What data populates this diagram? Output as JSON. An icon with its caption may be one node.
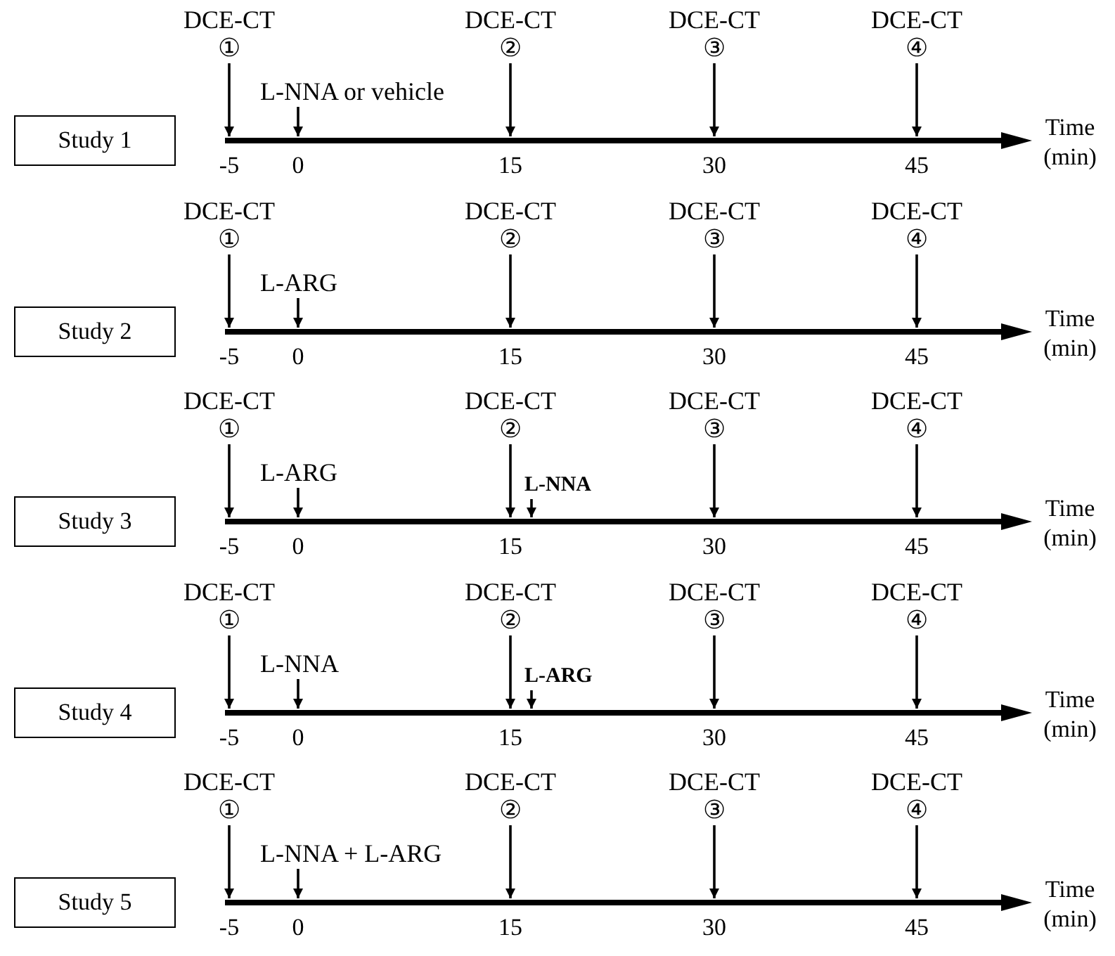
{
  "diagram": {
    "nodes": [
      {
        "text": [
          "Study 1"
        ]
      },
      {
        "text": [
          "DCE-CT",
          "①"
        ]
      },
      {
        "text": [
          "DCE-CT",
          "②"
        ]
      },
      {
        "text": [
          "DCE-CT",
          "③"
        ]
      },
      {
        "text": [
          "DCE-CT",
          "④"
        ]
      },
      {
        "text": [
          "L-NNA or vehicle"
        ]
      },
      {
        "text": [
          "Study 2"
        ]
      },
      {
        "text": [
          "DCE-CT",
          "①"
        ]
      },
      {
        "text": [
          "DCE-CT",
          "②"
        ]
      },
      {
        "text": [
          "DCE-CT",
          "③"
        ]
      },
      {
        "text": [
          "DCE-CT",
          "④"
        ]
      },
      {
        "text": [
          "L-ARG"
        ]
      },
      {
        "text": [
          "Study 3"
        ]
      },
      {
        "text": [
          "DCE-CT",
          "①"
        ]
      },
      {
        "text": [
          "DCE-CT",
          "②"
        ]
      },
      {
        "text": [
          "DCE-CT",
          "③"
        ]
      },
      {
        "text": [
          "DCE-CT",
          "④"
        ]
      },
      {
        "text": [
          "L-ARG"
        ]
      },
      {
        "text": [
          "L-NNA"
        ]
      },
      {
        "text": [
          "Study 4"
        ]
      },
      {
        "text": [
          "DCE-CT",
          "①"
        ]
      },
      {
        "text": [
          "DCE-CT",
          "②"
        ]
      },
      {
        "text": [
          "DCE-CT",
          "③"
        ]
      },
      {
        "text": [
          "DCE-CT",
          "④"
        ]
      },
      {
        "text": [
          "L-NNA"
        ]
      },
      {
        "text": [
          "L-ARG"
        ]
      },
      {
        "text": [
          "Study 5"
        ]
      },
      {
        "text": [
          "DCE-CT",
          "①"
        ]
      },
      {
        "text": [
          "DCE-CT",
          "②"
        ]
      },
      {
        "text": [
          "DCE-CT",
          "③"
        ]
      },
      {
        "text": [
          "DCE-CT",
          "④"
        ]
      },
      {
        "text": [
          "L-NNA + L-ARG"
        ]
      },
      {
        "text": [],
        "shape": "arrow"
      },
      {
        "text": [],
        "shape": "arrow"
      },
      {
        "text": [],
        "shape": "arrow"
      },
      {
        "text": [],
        "shape": "arrow"
      },
      {
        "text": [],
        "shape": "arrow"
      }
    ],
    "edges": [
      {
        "from": 1,
        "to": 32,
        "arrow": "to"
      },
      {
        "from": 2,
        "to": 32,
        "arrow": "to"
      },
      {
        "from": 3,
        "to": 32,
        "arrow": "to"
      },
      {
        "from": 4,
        "to": 32,
        "arrow": "to"
      },
      {
        "from": 5,
        "to": 32,
        "arrow": "to"
      },
      {
        "from": 7,
        "to": 33,
        "arrow": "to"
      },
      {
        "from": 8,
        "to": 33,
        "arrow": "to"
      },
      {
        "from": 9,
        "to": 33,
        "arrow": "to"
      },
      {
        "from": 10,
        "to": 33,
        "arrow": "to"
      },
      {
        "from": 11,
        "to": 33,
        "arrow": "to"
      },
      {
        "from": 13,
        "to": 34,
        "arrow": "to"
      },
      {
        "from": 14,
        "to": 34,
        "arrow": "to"
      },
      {
        "from": 15,
        "to": 34,
        "arrow": "to"
      },
      {
        "from": 16,
        "to": 34,
        "arrow": "to"
      },
      {
        "from": 17,
        "to": 34,
        "arrow": "to"
      },
      {
        "from": 18,
        "to": 34,
        "arrow": "to"
      },
      {
        "from": 20,
        "to": 35,
        "arrow": "to"
      },
      {
        "from": 21,
        "to": 35,
        "arrow": "to"
      },
      {
        "from": 22,
        "to": 35,
        "arrow": "to"
      },
      {
        "from": 23,
        "to": 35,
        "arrow": "to"
      },
      {
        "from": 24,
        "to": 35,
        "arrow": "to"
      },
      {
        "from": 25,
        "to": 35,
        "arrow": "to"
      },
      {
        "from": 27,
        "to": 36,
        "arrow": "to"
      },
      {
        "from": 28,
        "to": 36,
        "arrow": "to"
      },
      {
        "from": 29,
        "to": 36,
        "arrow": "to"
      },
      {
        "from": 30,
        "to": 36,
        "arrow": "to"
      },
      {
        "from": 31,
        "to": 36,
        "arrow": "to"
      }
    ],
    "labels": [
      "-5",
      "0",
      "15",
      "30",
      "45",
      "Time (min)",
      "-5",
      "0",
      "15",
      "30",
      "45",
      "Time (min)",
      "-5",
      "0",
      "15",
      "30",
      "45",
      "Time (min)",
      "-5",
      "0",
      "15",
      "30",
      "45",
      "Time (min)",
      "-5",
      "0",
      "15",
      "30",
      "45",
      "Time (min)"
    ]
  }
}
